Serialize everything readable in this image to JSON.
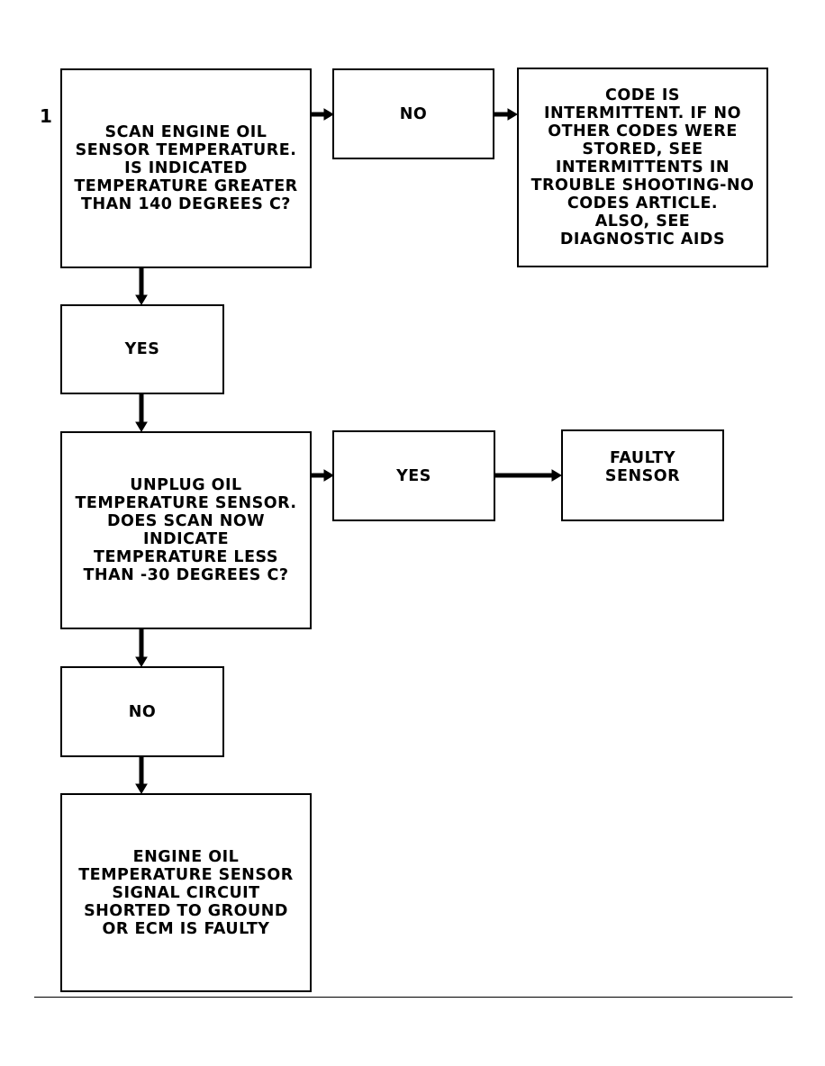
{
  "step_number": "1",
  "boxes": {
    "scan_question": "SCAN ENGINE OIL\nSENSOR TEMPERATURE.\nIS INDICATED\nTEMPERATURE GREATER\nTHAN 140 DEGREES C?",
    "no_1": "NO",
    "intermittent": "CODE IS\nINTERMITTENT. IF NO\nOTHER CODES WERE\nSTORED, SEE\nINTERMITTENTS IN\nTROUBLE SHOOTING-NO\nCODES ARTICLE.\nALSO, SEE\nDIAGNOSTIC AIDS",
    "yes_1": "YES",
    "unplug_question": "UNPLUG OIL\nTEMPERATURE SENSOR.\nDOES SCAN NOW\nINDICATE\nTEMPERATURE LESS\nTHAN -30 DEGREES C?",
    "yes_2": "YES",
    "faulty_sensor": "FAULTY\nSENSOR",
    "no_2": "NO",
    "ecm_result": "ENGINE OIL\nTEMPERATURE SENSOR\nSIGNAL CIRCUIT\nSHORTED TO GROUND\nOR ECM IS FAULTY"
  }
}
